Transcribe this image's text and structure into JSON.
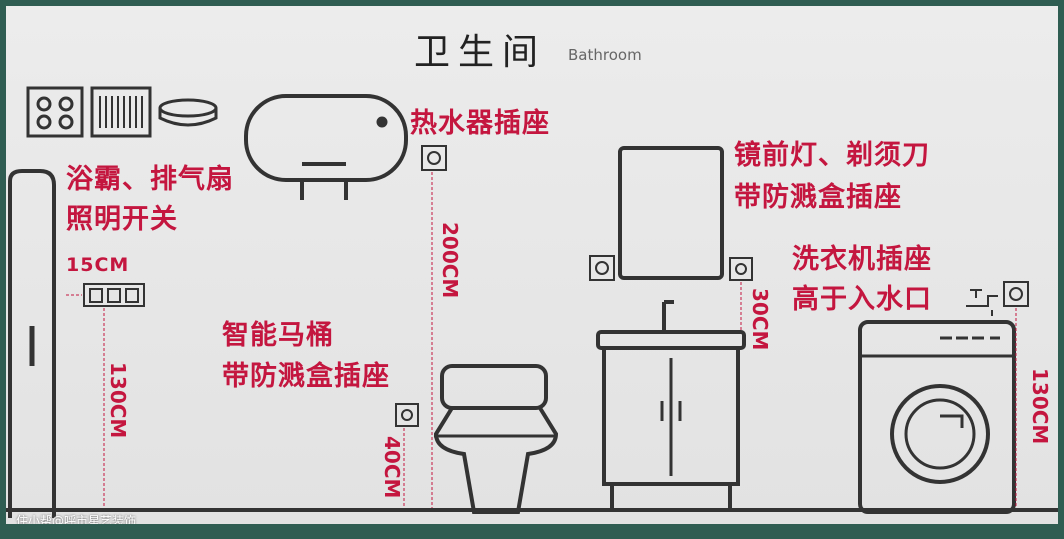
{
  "title": "卫生间",
  "subtitle": "Bathroom",
  "labels": {
    "heater_fan_line1": "浴霸、排气扇",
    "heater_fan_line2": "照明开关",
    "water_heater_socket": "热水器插座",
    "smart_toilet_line1": "智能马桶",
    "smart_toilet_line2": "带防溅盒插座",
    "mirror_line1": "镜前灯、剃须刀",
    "mirror_line2": "带防溅盒插座",
    "washer_line1": "洗衣机插座",
    "washer_line2": "高于入水口"
  },
  "dimensions": {
    "switch_offset": "15CM",
    "switch_height": "130CM",
    "water_heater_height": "200CM",
    "toilet_socket_height": "40CM",
    "mirror_socket_offset": "30CM",
    "washer_socket_height": "130CM"
  },
  "watermark": "住小帮@呼市星艺装饰",
  "colors": {
    "frame": "#2f5d52",
    "label": "#c4163f",
    "line": "#333333"
  }
}
